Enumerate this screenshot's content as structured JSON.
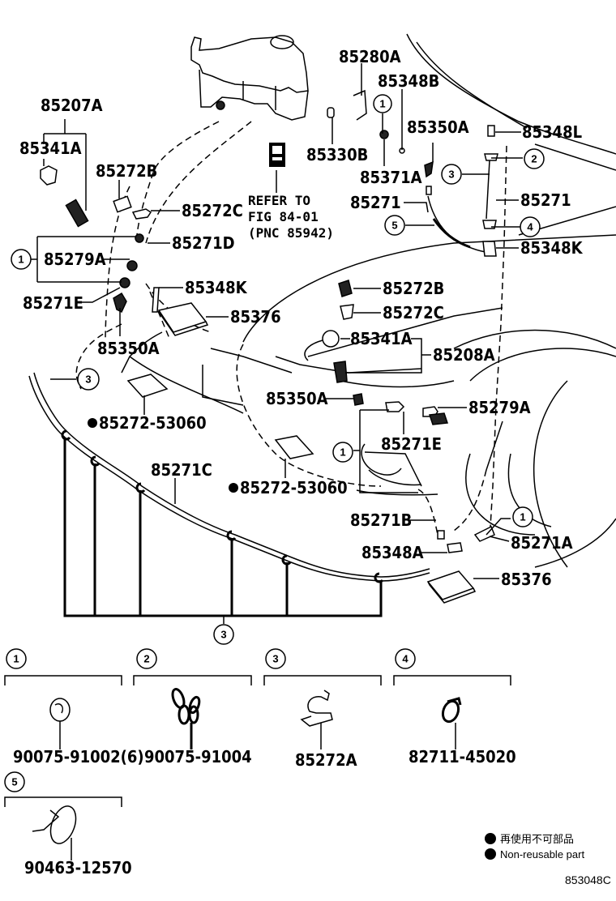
{
  "diagram": {
    "figure_id": "853048C",
    "refer": {
      "line1": "REFER TO",
      "line2": "FIG 84-01",
      "line3": "(PNC 85942)"
    },
    "labels": {
      "p85280A": "85280A",
      "p85348B": "85348B",
      "p85207A": "85207A",
      "p85341A_top": "85341A",
      "p85350A_top": "85350A",
      "p85330B": "85330B",
      "p85348L": "85348L",
      "p85371A": "85371A",
      "p85272B_top": "85272B",
      "p85271_left": "85271",
      "p85271_right": "85271",
      "p85272C_top": "85272C",
      "p85271D": "85271D",
      "p85348K_right": "85348K",
      "p85279A_left": "85279A",
      "p85271E_left": "85271E",
      "p85348K_left": "85348K",
      "p85272B_mid": "85272B",
      "p85376_mid": "85376",
      "p85272C_mid": "85272C",
      "p85341A_mid": "85341A",
      "p85350A_left": "85350A",
      "p85208A": "85208A",
      "p85350A_mid": "85350A",
      "p85279A_right": "85279A",
      "p85272_53060_a": "85272-53060",
      "p85271E_right": "85271E",
      "p85271C": "85271C",
      "p85272_53060_b": "85272-53060",
      "p85271B": "85271B",
      "p85271A": "85271A",
      "p85348A": "85348A",
      "p85376_bottom": "85376"
    },
    "callouts": {
      "c1": "1",
      "c2": "2",
      "c3": "3",
      "c4": "4",
      "c5": "5"
    },
    "detail_boxes": [
      {
        "number": "1",
        "part": "90075-91002(6)"
      },
      {
        "number": "2",
        "part": "90075-91004"
      },
      {
        "number": "3",
        "part": "85272A"
      },
      {
        "number": "4",
        "part": "82711-45020"
      },
      {
        "number": "5",
        "part": "90463-12570"
      }
    ],
    "legend": {
      "jp": "再使用不可部品",
      "en": "Non-reusable part"
    }
  }
}
